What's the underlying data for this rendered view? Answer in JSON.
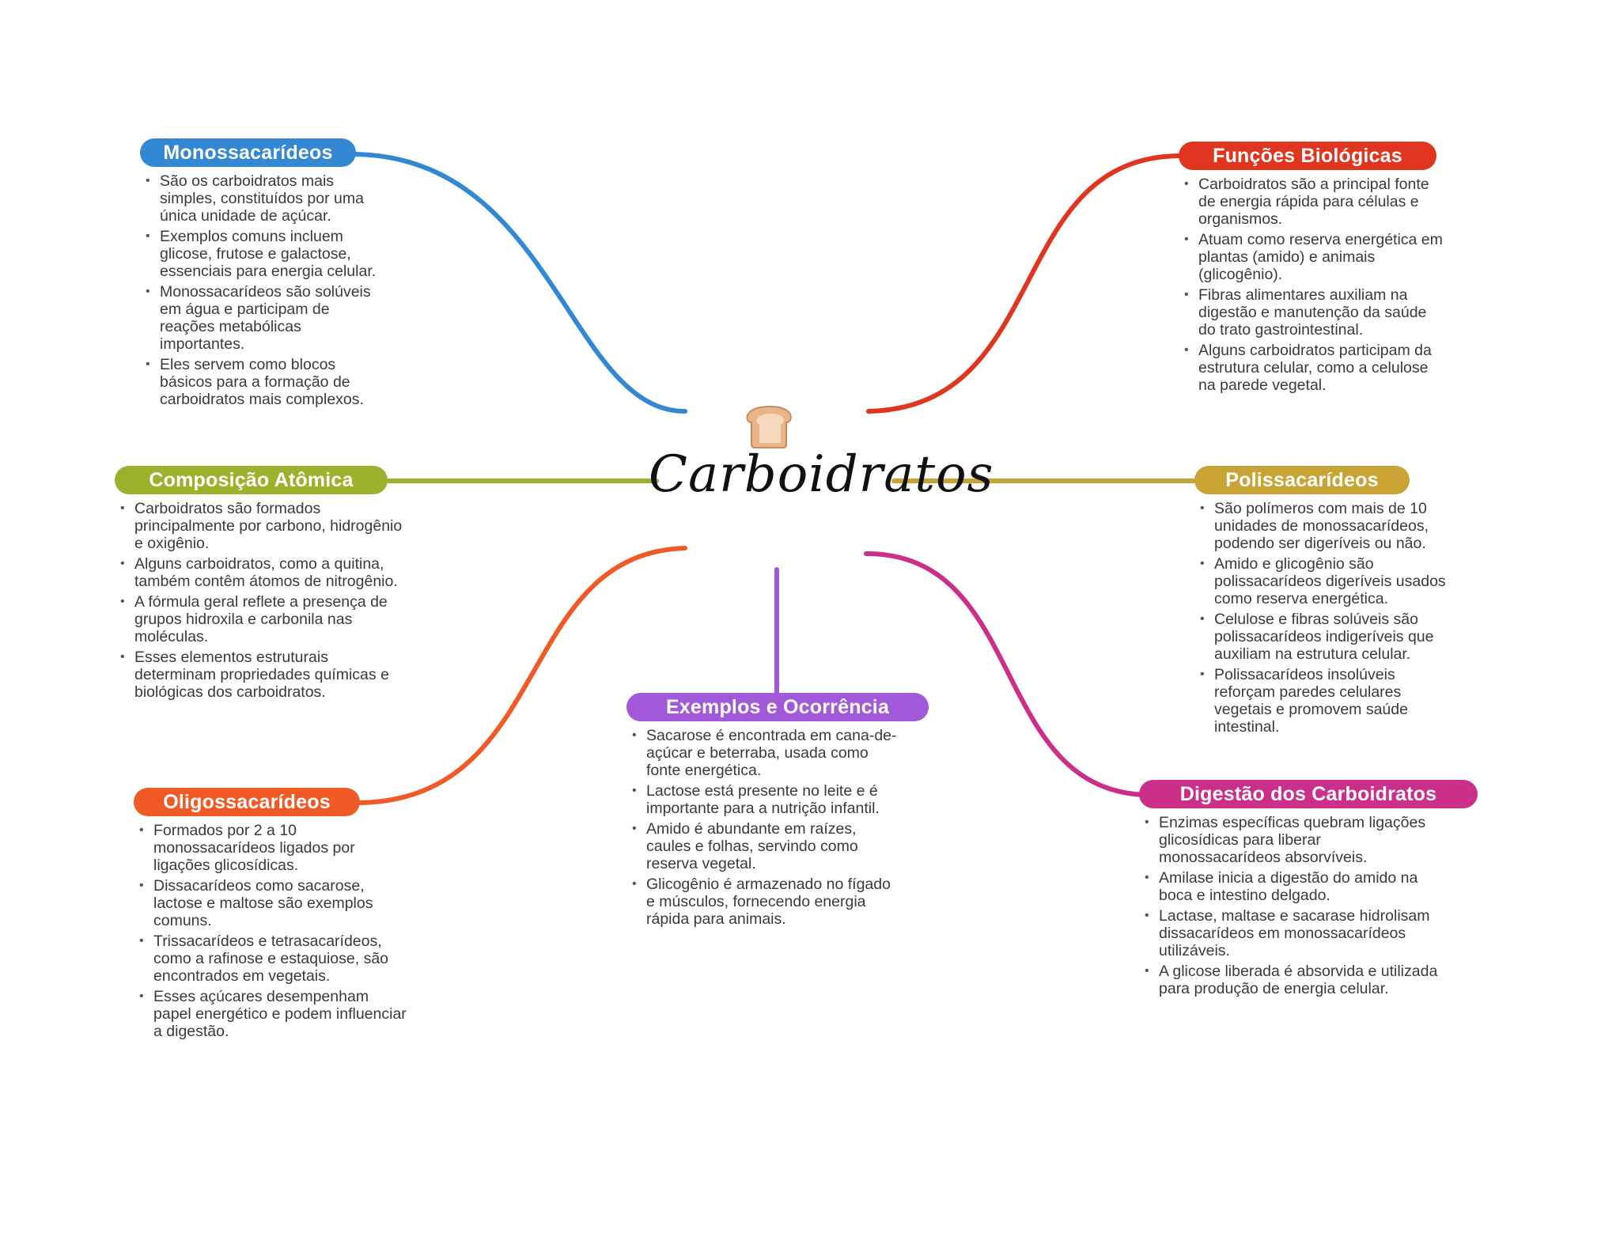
{
  "center": {
    "title": "Carboidratos",
    "icon": "bread-icon"
  },
  "branches": {
    "monossacarideos": {
      "label": "Monossacarídeos",
      "color": "#3388d4",
      "items": [
        "São os carboidratos mais simples, constituídos por uma única unidade de açúcar.",
        "Exemplos comuns incluem glicose, frutose e galactose, essenciais para energia celular.",
        "Monossacarídeos são solúveis em água e participam de reações metabólicas importantes.",
        "Eles servem como blocos básicos para a formação de carboidratos mais complexos."
      ]
    },
    "composicao": {
      "label": "Composição Atômica",
      "color": "#9db12a",
      "items": [
        "Carboidratos são formados principalmente por carbono, hidrogênio e oxigênio.",
        "Alguns carboidratos, como a quitina, também contêm átomos de nitrogênio.",
        "A fórmula geral reflete a presença de grupos hidroxila e carbonila nas moléculas.",
        "Esses elementos estruturais determinam propriedades químicas e biológicas dos carboidratos."
      ]
    },
    "oligossacarideos": {
      "label": "Oligossacarídeos",
      "color": "#f05a26",
      "items": [
        "Formados por 2 a 10 monossacarídeos ligados por ligações glicosídicas.",
        "Dissacarídeos como sacarose, lactose e maltose são exemplos comuns.",
        "Trissacarídeos e tetrasacarídeos, como a rafinose e estaquiose, são encontrados em vegetais.",
        "Esses açúcares desempenham papel energético e podem influenciar a digestão."
      ]
    },
    "exemplos": {
      "label": "Exemplos e Ocorrência",
      "color": "#a259d9",
      "items": [
        "Sacarose é encontrada em cana-de-açúcar e beterraba, usada como fonte energética.",
        "Lactose está presente no leite e é importante para a nutrição infantil.",
        "Amido é abundante em raízes, caules e folhas, servindo como reserva vegetal.",
        "Glicogênio é armazenado no fígado e músculos, fornecendo energia rápida para animais."
      ]
    },
    "funcoes": {
      "label": "Funções Biológicas",
      "color": "#e0361f",
      "items": [
        "Carboidratos são a principal fonte de energia rápida para células e organismos.",
        "Atuam como reserva energética em plantas (amido) e animais (glicogênio).",
        "Fibras alimentares auxiliam na digestão e manutenção da saúde do trato gastrointestinal.",
        "Alguns carboidratos participam da estrutura celular, como a celulose na parede vegetal."
      ]
    },
    "polissacarideos": {
      "label": "Polissacarídeos",
      "color": "#c9a435",
      "items": [
        "São polímeros com mais de 10 unidades de monossacarídeos, podendo ser digeríveis ou não.",
        "Amido e glicogênio são polissacarídeos digeríveis usados como reserva energética.",
        "Celulose e fibras solúveis são polissacarídeos indigeríveis que auxiliam na estrutura celular.",
        "Polissacarídeos insolúveis reforçam paredes celulares vegetais e promovem saúde intestinal."
      ]
    },
    "digestao": {
      "label": "Digestão dos Carboidratos",
      "color": "#cc2f8a",
      "items": [
        "Enzimas específicas quebram ligações glicosídicas para liberar monossacarídeos absorvíveis.",
        "Amilase inicia a digestão do amido na boca e intestino delgado.",
        "Lactase, maltase e sacarase hidrolisam dissacarídeos em monossacarídeos utilizáveis.",
        "A glicose liberada é absorvida e utilizada para produção de energia celular."
      ]
    }
  }
}
